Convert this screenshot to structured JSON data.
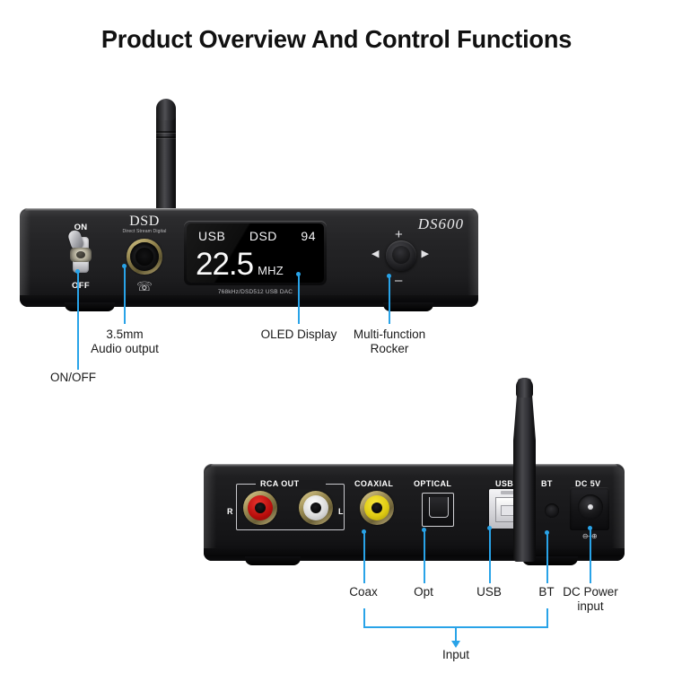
{
  "page": {
    "title": "Product Overview And Control Functions",
    "accent_color": "#29A3E8",
    "background_color": "#FFFFFF"
  },
  "front_panel": {
    "brand_logo": "DSD",
    "brand_tagline": "Direct Stream Digital",
    "model_name": "DS600",
    "spec_text": "768kHz/DSD512 USB DAC",
    "power_switch": {
      "on_label": "ON",
      "off_label": "OFF",
      "state": "ON"
    },
    "headphone_jack": {
      "icon": "headphone-icon",
      "glyph": "☏"
    },
    "oled_display": {
      "source": "USB",
      "format": "DSD",
      "volume": "94",
      "rate_value": "22.5",
      "rate_unit": "MHZ"
    },
    "rocker": {
      "up_label": "+",
      "down_label": "–",
      "left_label": "◀",
      "right_label": "▶"
    },
    "callouts": [
      {
        "id": "on-off",
        "label": "ON/OFF"
      },
      {
        "id": "audio-output",
        "label": "3.5mm\nAudio output"
      },
      {
        "id": "oled-display",
        "label": "OLED Display"
      },
      {
        "id": "rocker",
        "label": "Multi-function\nRocker"
      }
    ]
  },
  "rear_panel": {
    "port_labels": {
      "rca_out": "RCA OUT",
      "rca_right": "R",
      "rca_left": "L",
      "coaxial": "COAXIAL",
      "optical": "OPTICAL",
      "usb": "USB",
      "bt": "BT",
      "dc": "DC 5V",
      "dc_polarity": "⊖–⊕"
    },
    "callouts": [
      {
        "id": "coax",
        "label": "Coax"
      },
      {
        "id": "opt",
        "label": "Opt"
      },
      {
        "id": "usb",
        "label": "USB"
      },
      {
        "id": "bt",
        "label": "BT"
      },
      {
        "id": "dc-power",
        "label": "DC Power\ninput"
      }
    ],
    "group_label": "Input"
  }
}
